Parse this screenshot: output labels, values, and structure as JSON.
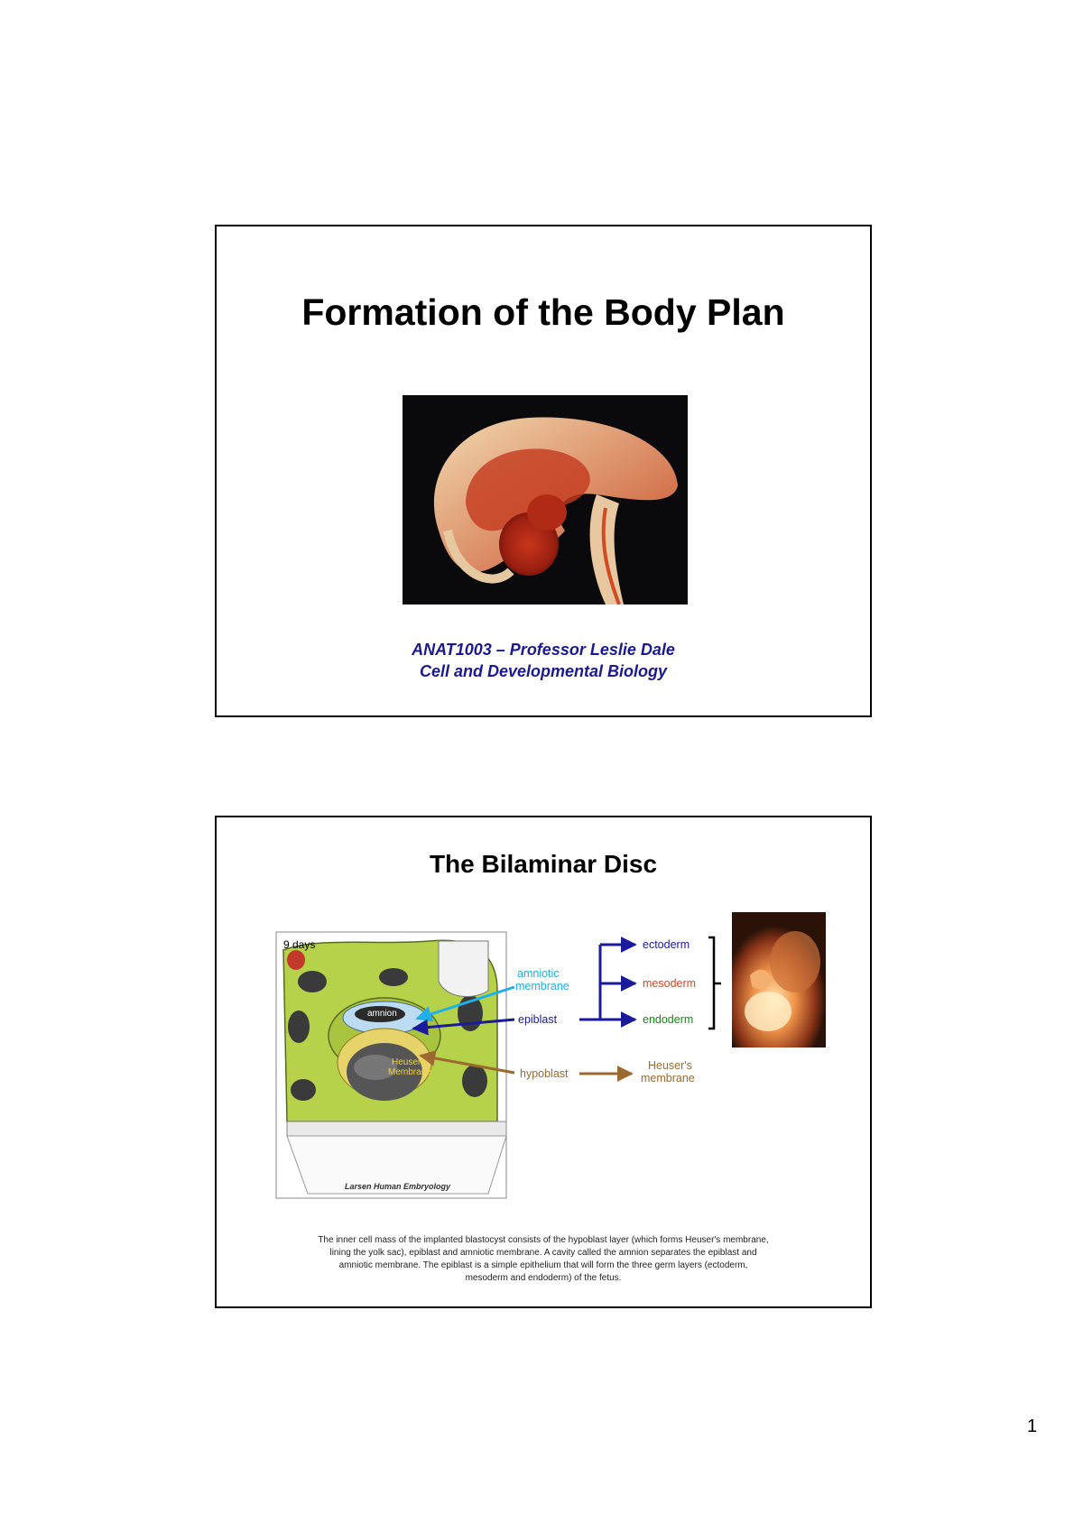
{
  "slide1": {
    "title": "Formation of the Body Plan",
    "subtitle_line1": "ANAT1003 – Professor Leslie Dale",
    "subtitle_line2": "Cell and Developmental Biology"
  },
  "slide2": {
    "title": "The Bilaminar Disc",
    "diagram": {
      "day_label": "9 days",
      "amnion_label": "amnion",
      "heusers_inner_line1": "Heuser's",
      "heusers_inner_line2": "Membrane",
      "credit": "Larsen Human Embryology"
    },
    "labels": {
      "amniotic_line1": "amniotic",
      "amniotic_line2": "membrane",
      "epiblast": "epiblast",
      "hypoblast": "hypoblast",
      "ectoderm": "ectoderm",
      "mesoderm": "mesoderm",
      "endoderm": "endoderm",
      "heusers_line1": "Heuser's",
      "heusers_line2": "membrane"
    },
    "caption_lines": [
      "The inner cell mass of the implanted blastocyst consists of the hypoblast layer (which forms Heuser's membrane,",
      "lining the yolk sac), epiblast and amniotic membrane. A cavity called the amnion separates the epiblast and",
      "amniotic membrane. The epiblast is a simple epithelium that will form the three germ layers (ectoderm,",
      "mesoderm and endoderm) of the fetus."
    ],
    "colors": {
      "amniotic": "#1fb0e8",
      "epiblast": "#1a1a9c",
      "hypoblast": "#9b6a2e",
      "ectoderm": "#1a1a9c",
      "mesoderm": "#e0401a",
      "endoderm": "#108a10"
    }
  },
  "page_number": "1"
}
